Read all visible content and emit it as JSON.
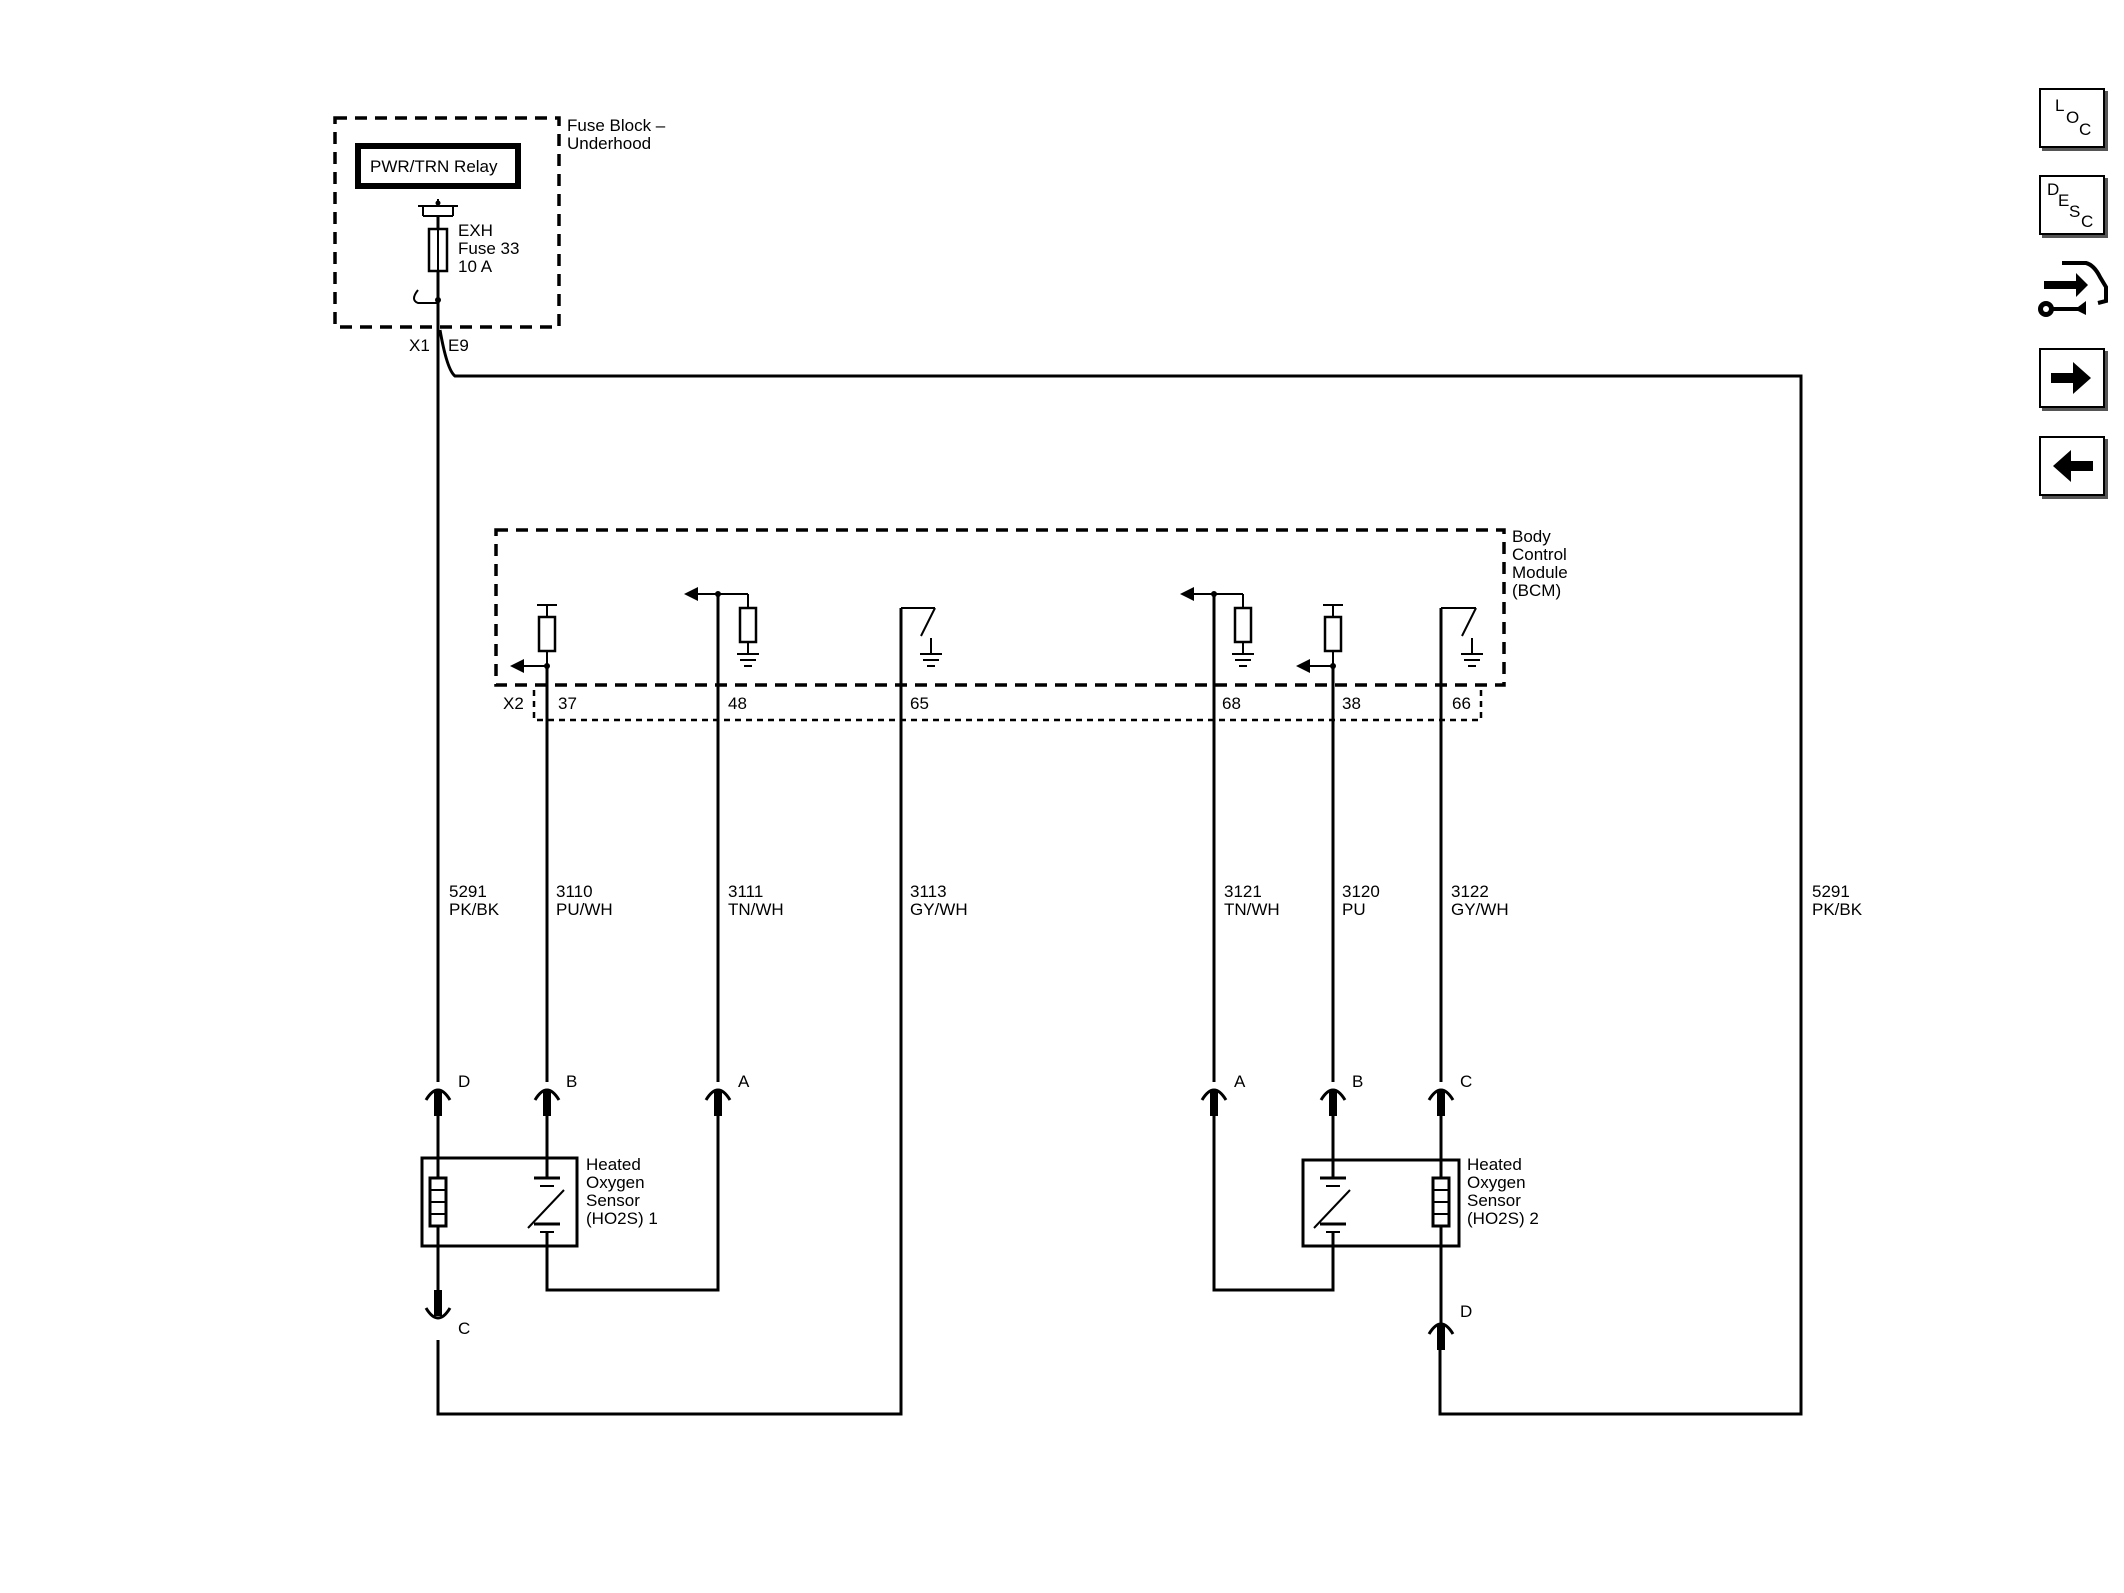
{
  "fuse_block": {
    "title_line1": "Fuse Block –",
    "title_line2": "Underhood",
    "relay": "PWR/TRN Relay",
    "fuse_line1": "EXH",
    "fuse_line2": "Fuse 33",
    "fuse_line3": "10 A",
    "connector": "X1",
    "pin": "E9"
  },
  "bcm": {
    "line1": "Body",
    "line2": "Control",
    "line3": "Module",
    "line4": "(BCM)",
    "connector": "X2",
    "pins": [
      "37",
      "48",
      "65",
      "68",
      "38",
      "66"
    ]
  },
  "wires": {
    "w5291_left": {
      "circuit": "5291",
      "color": "PK/BK"
    },
    "w3110": {
      "circuit": "3110",
      "color": "PU/WH"
    },
    "w3111": {
      "circuit": "3111",
      "color": "TN/WH"
    },
    "w3113": {
      "circuit": "3113",
      "color": "GY/WH"
    },
    "w3121": {
      "circuit": "3121",
      "color": "TN/WH"
    },
    "w3120": {
      "circuit": "3120",
      "color": "PU"
    },
    "w3122": {
      "circuit": "3122",
      "color": "GY/WH"
    },
    "w5291_right": {
      "circuit": "5291",
      "color": "PK/BK"
    }
  },
  "sensor1": {
    "line1": "Heated",
    "line2": "Oxygen",
    "line3": "Sensor",
    "line4": "(HO2S) 1",
    "pins": {
      "d": "D",
      "b": "B",
      "a": "A",
      "c": "C"
    }
  },
  "sensor2": {
    "line1": "Heated",
    "line2": "Oxygen",
    "line3": "Sensor",
    "line4": "(HO2S) 2",
    "pins": {
      "a": "A",
      "b": "B",
      "c": "C",
      "d": "D"
    }
  },
  "nav": {
    "loc": {
      "l1": "L",
      "l2": "O",
      "l3": "C"
    },
    "desc": {
      "l1": "D",
      "l2": "E",
      "l3": "S",
      "l4": "C"
    }
  }
}
